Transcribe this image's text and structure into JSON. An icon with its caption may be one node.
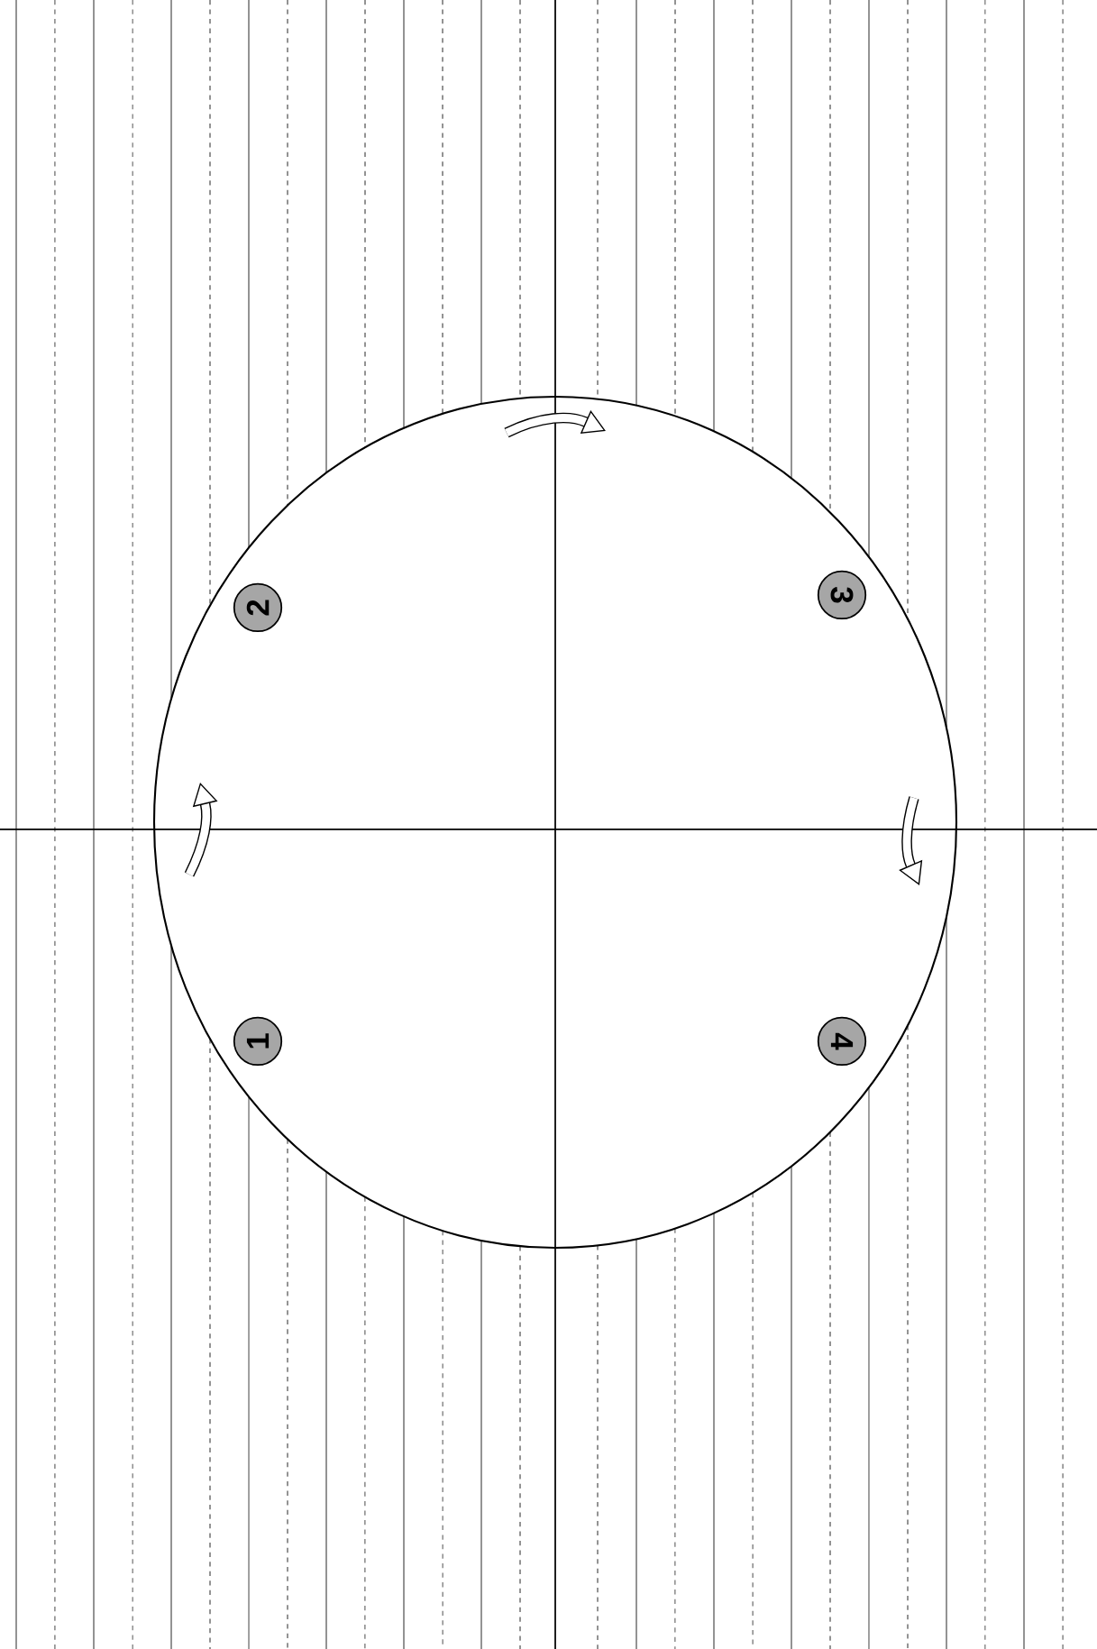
{
  "diagram": {
    "nodes": [
      {
        "text": [],
        "shape": "circle"
      },
      {
        "text": [
          "2"
        ],
        "in": 0
      },
      {
        "text": [
          "3"
        ],
        "in": 0
      },
      {
        "text": [
          "1"
        ],
        "in": 0
      },
      {
        "text": [
          "4"
        ],
        "in": 0
      }
    ]
  }
}
